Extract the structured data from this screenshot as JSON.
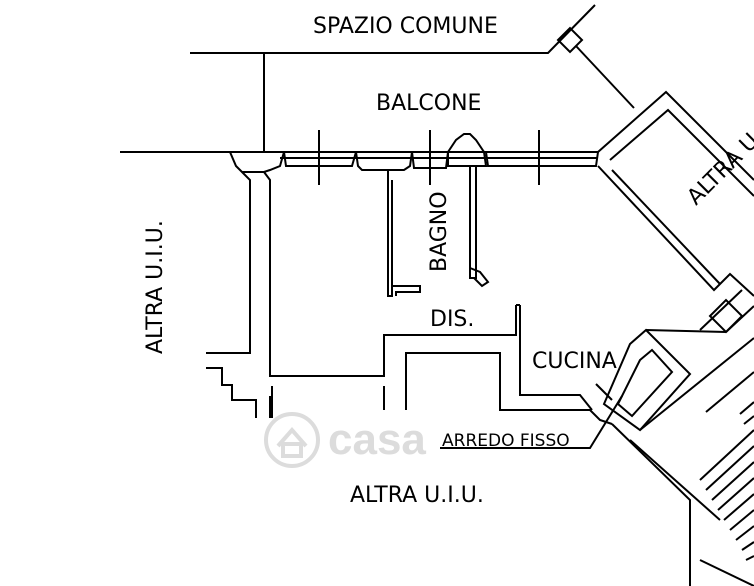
{
  "colors": {
    "line": "#000000",
    "background": "#ffffff",
    "watermark": "#dcdcdc"
  },
  "labels": {
    "spazio_comune": "SPAZIO COMUNE",
    "balcone": "BALCONE",
    "bagno": "BAGNO",
    "dis": "DIS.",
    "cucina": "CUCINA",
    "arredo_fisso": "ARREDO FISSO",
    "altra_left": "ALTRA U.I.U.",
    "altra_bottom": "ALTRA U.I.U.",
    "altra_right": "ALTRA U"
  },
  "watermark": {
    "text": "casa",
    "icon": "house-icon"
  }
}
